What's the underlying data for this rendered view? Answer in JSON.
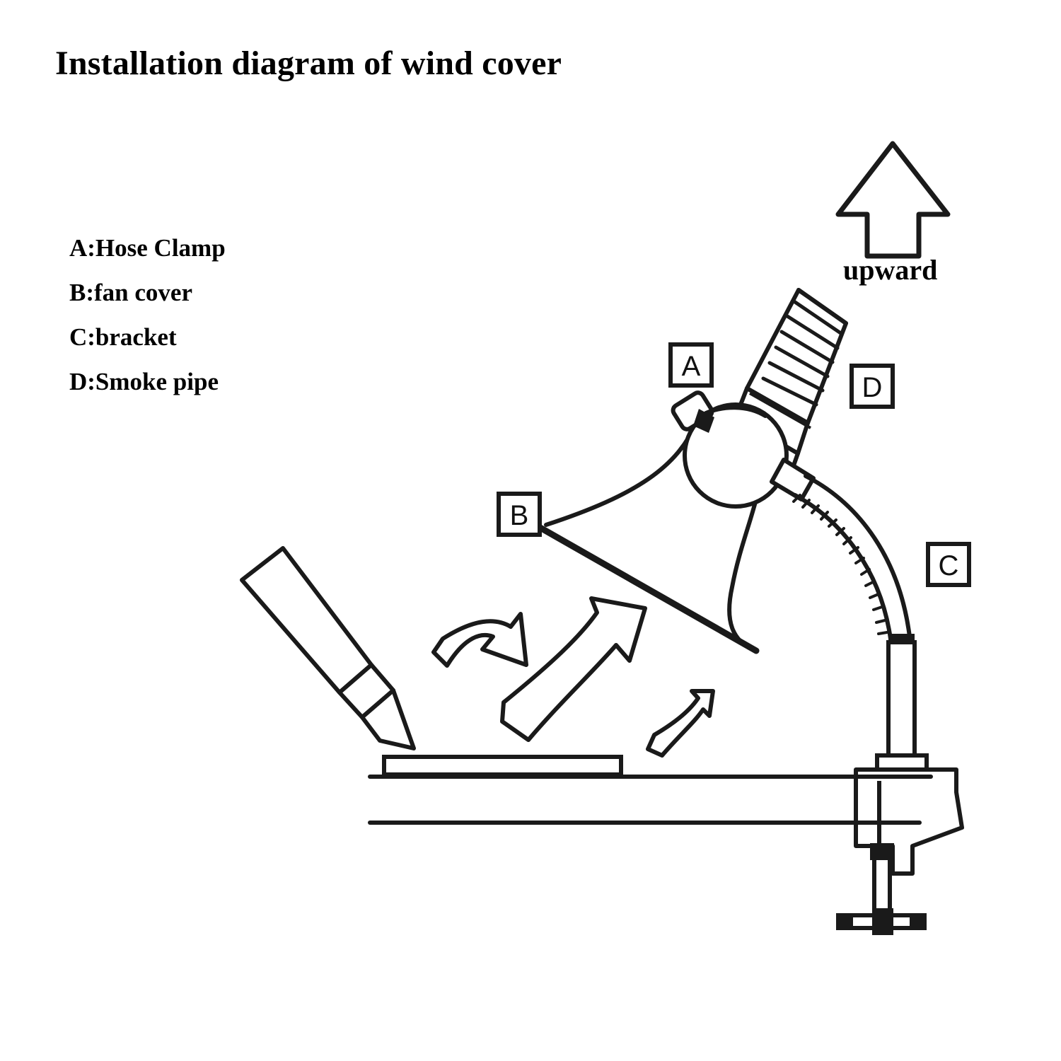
{
  "page": {
    "title": "Installation diagram of wind cover",
    "background_color": "#ffffff",
    "line_color": "#1a1a1a"
  },
  "legend": {
    "items": [
      {
        "key": "A",
        "text": "A:Hose Clamp"
      },
      {
        "key": "B",
        "text": "B:fan cover"
      },
      {
        "key": "C",
        "text": "C:bracket"
      },
      {
        "key": "D",
        "text": "D:Smoke pipe"
      }
    ]
  },
  "direction_indicator": {
    "label": "upward",
    "icon": "up-arrow-outline"
  },
  "callouts": {
    "a": {
      "letter": "A"
    },
    "b": {
      "letter": "B"
    },
    "c": {
      "letter": "C"
    },
    "d": {
      "letter": "D"
    }
  },
  "parts": {
    "hose_clamp": "hose-clamp",
    "fan_cover": "fan-cover",
    "bracket": "gooseneck-bracket",
    "smoke_pipe": "corrugated-smoke-pipe",
    "fan_circle": "fan-impeller",
    "soldering_iron": "soldering-iron",
    "pcb_board": "pcb-board",
    "workbench": "workbench-edge",
    "table_clamp": "table-clamp",
    "smoke_arrows": "smoke-flow-arrows"
  }
}
